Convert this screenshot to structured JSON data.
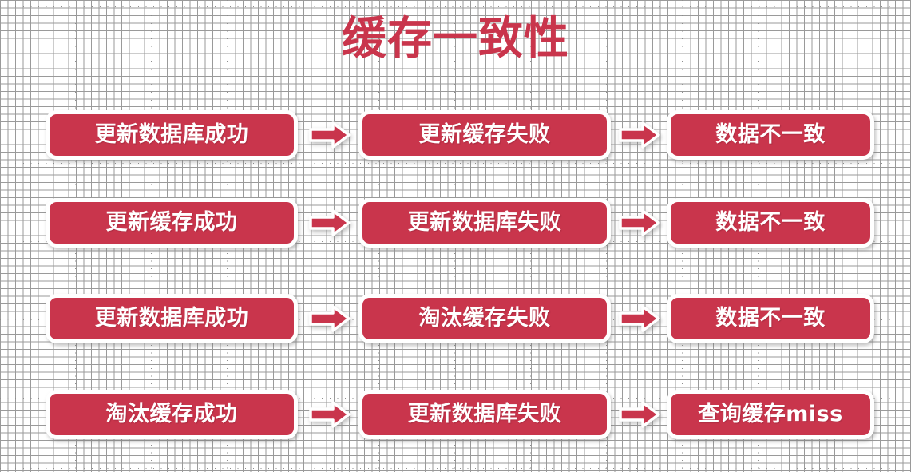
{
  "page": {
    "title": "缓存一致性",
    "background_color": "#ffffff",
    "accent_color": "#C9354C",
    "node_text_color": "#ffffff",
    "node_border_color": "#ffffff"
  },
  "diagram": {
    "type": "flow-rows",
    "arrow_icon": "right-block-arrow-icon",
    "rows": [
      {
        "id": "row-1",
        "nodes": [
          "更新数据库成功",
          "更新缓存失败",
          "数据不一致"
        ]
      },
      {
        "id": "row-2",
        "nodes": [
          "更新缓存成功",
          "更新数据库失败",
          "数据不一致"
        ]
      },
      {
        "id": "row-3",
        "nodes": [
          "更新数据库成功",
          "淘汰缓存失败",
          "数据不一致"
        ]
      },
      {
        "id": "row-4",
        "nodes": [
          "淘汰缓存成功",
          "更新数据库失败",
          "查询缓存miss"
        ]
      }
    ]
  }
}
